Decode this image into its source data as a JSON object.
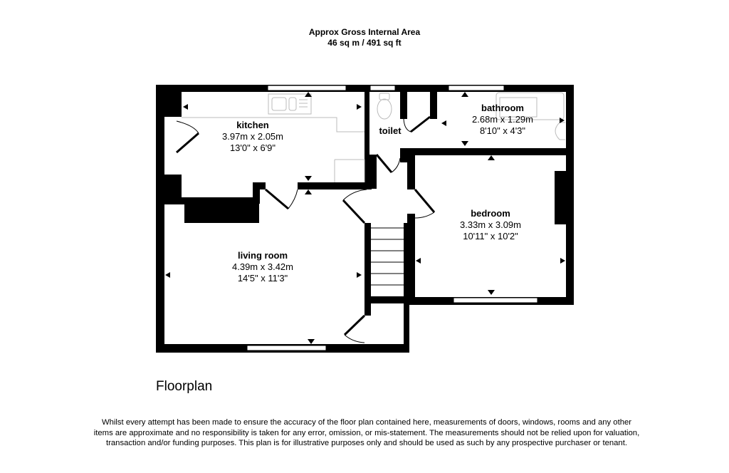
{
  "header": {
    "title": "Approx Gross Internal Area",
    "area": "46 sq m / 491 sq ft"
  },
  "rooms": {
    "kitchen": {
      "name": "kitchen",
      "metric": "3.97m x 2.05m",
      "imperial": "13'0\" x 6'9\""
    },
    "toilet": {
      "name": "toilet"
    },
    "bathroom": {
      "name": "bathroom",
      "metric": "2.68m x 1.29m",
      "imperial": "8'10\" x 4'3\""
    },
    "bedroom": {
      "name": "bedroom",
      "metric": "3.33m x 3.09m",
      "imperial": "10'11\" x 10'2\""
    },
    "living_room": {
      "name": "living room",
      "metric": "4.39m x 3.42m",
      "imperial": "14'5\" x 11'3\""
    }
  },
  "floor_title": "Floorplan",
  "disclaimer": "Whilst every attempt has been made to ensure the accuracy of the floor plan contained here, measurements of doors, windows, rooms and any other items are approximate and no responsibility is taken for any error, omission, or mis-statement. The measurements should not be relied upon for valuation, transaction and/or funding purposes. This plan is for illustrative purposes only and should be used as such by any prospective purchaser or tenant.",
  "colors": {
    "wall": "#000000",
    "fixture": "#bbbbbb",
    "background": "#ffffff"
  }
}
